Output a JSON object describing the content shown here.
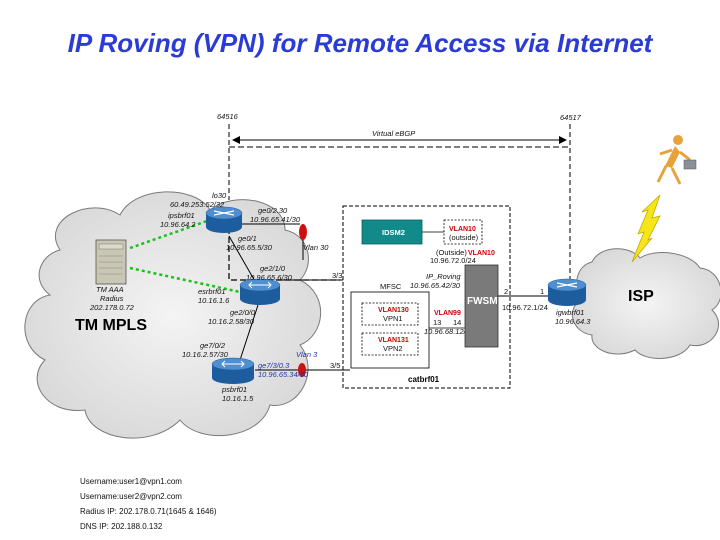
{
  "title": "IP Roving (VPN) for Remote Access via Internet",
  "asn": {
    "left": "64516",
    "right": "64517"
  },
  "ebgp_label": "Virtual eBGP",
  "clouds": {
    "left": "TM MPLS",
    "right": "ISP"
  },
  "server": {
    "line1": "TM AAA",
    "line2": "Radius",
    "line3": "202.178.0.72"
  },
  "router_top": {
    "lo": "lo30",
    "lo_ip": "60.49.253.52/32",
    "name": "ipsbrf01",
    "ip": "10.96.64.2",
    "ge_a": "ge0/2.30",
    "ge_a_ip": "10.96.65.41/30",
    "ge_b": "ge0/1",
    "ge_b_ip": "10.96.65.5/30",
    "vlan": "Vlan 30"
  },
  "switch_mid": {
    "port_a": "ge2/1/0",
    "port_a_ip": "10.96.65.6/30",
    "name": "esrbrf01",
    "ip": "10.16.1.6",
    "port_b": "ge2/0/0",
    "port_b_ip": "10.16.2.58/30",
    "port_num": "3/3"
  },
  "switch_bottom": {
    "port_a": "ge7/0/2",
    "port_a_ip": "10.16.2.57/30",
    "port_b": "ge7/3/0.3",
    "port_b_ip": "10.96.65.34/30",
    "vlan": "Vlan 3",
    "name": "psbrf01",
    "ip": "10.16.1.5",
    "port_num": "3/5"
  },
  "catbrf": {
    "name": "catbrf01",
    "idsm": "IDSM2",
    "vlan10_box": "VLAN10",
    "vlan10_sub": "(outside)",
    "outside_label": "(Outside)",
    "outside_vlan": "VLAN10",
    "outside_ip": "10.96.72.0/24",
    "ip_roving": "IP_Roving",
    "ip_roving_ip": "10.96.65.42/30",
    "msfc": "MFSC",
    "vlan130": "VLAN130",
    "vpn1": "VPN1",
    "vlan131": "VLAN131",
    "vpn2": "VPN2",
    "vlan99": "VLAN99",
    "port13": "13",
    "port14": "14",
    "vlan99_ip": "10.96.68.12/30",
    "fwsm": "FWSM",
    "port2": "2"
  },
  "router_right": {
    "port1": "1",
    "link_ip": "10.96.72.1/24",
    "name": "igwbrf01",
    "ip": "10.96.64.3"
  },
  "notes": [
    "Username:user1@vpn1.com",
    "Username:user2@vpn2.com",
    "Radius IP: 202.178.0.71(1645 & 1646)",
    "DNS IP: 202.188.0.132"
  ]
}
